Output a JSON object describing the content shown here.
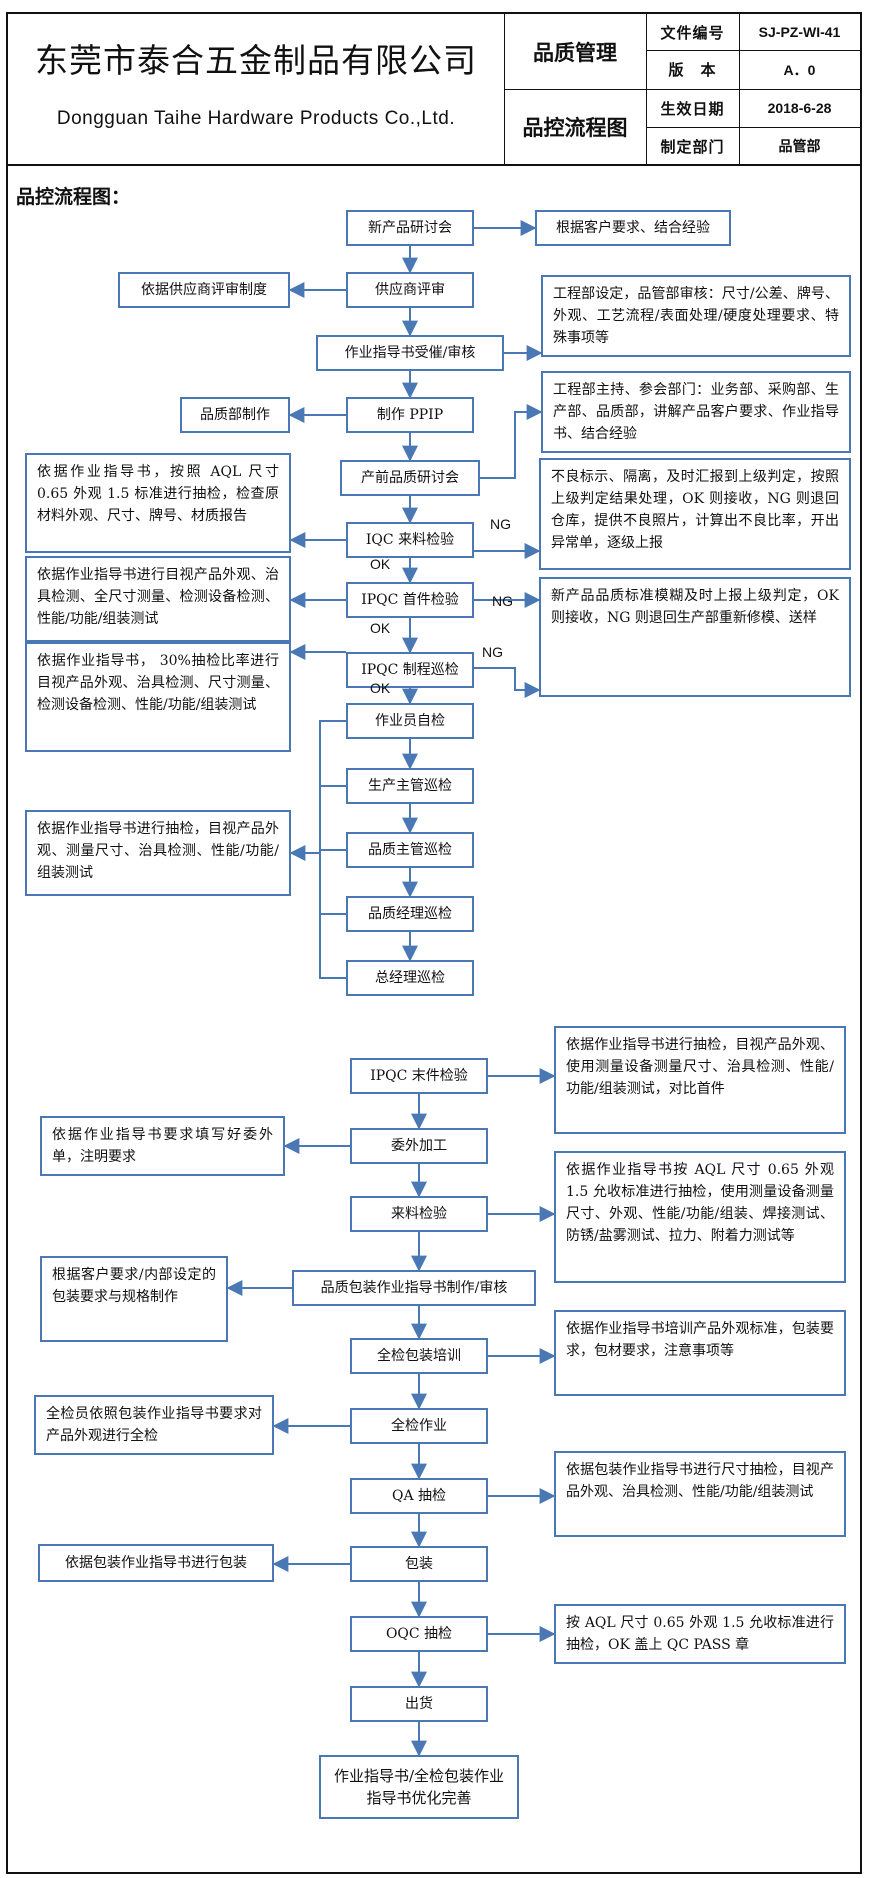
{
  "header": {
    "company_cn": "东莞市泰合五金制品有限公司",
    "company_en": "Dongguan Taihe Hardware Products Co.,Ltd.",
    "category": "品质管理",
    "doc_title": "品控流程图",
    "fields": [
      {
        "label": "文件编号",
        "value": "SJ-PZ-WI-41"
      },
      {
        "label": "版　本",
        "value": "A．0"
      },
      {
        "label": "生效日期",
        "value": "2018-6-28"
      },
      {
        "label": "制定部门",
        "value": "品管部"
      }
    ]
  },
  "section_title": "品控流程图：",
  "steps": [
    "新产品研讨会",
    "供应商评审",
    "作业指导书受催/审核",
    "制作 PPIP",
    "产前品质研讨会",
    "IQC 来料检验",
    "IPQC 首件检验",
    "IPQC 制程巡检",
    "作业员自检",
    "生产主管巡检",
    "品质主管巡检",
    "品质经理巡检",
    "总经理巡检",
    "IPQC 末件检验",
    "委外加工",
    "来料检验",
    "品质包装作业指导书制作/审核",
    "全检包装培训",
    "全检作业",
    "QA 抽检",
    "包装",
    "OQC 抽检",
    "出货",
    "作业指导书/全检包装作业指导书优化完善"
  ],
  "notes": [
    "根据客户要求、结合经验",
    "依据供应商评审制度",
    "工程部设定，品管部审核：尺寸/公差、牌号、外观、工艺流程/表面处理/硬度处理要求、特殊事项等",
    "品质部制作",
    "工程部主持、参会部门：业务部、采购部、生产部、品质部，讲解产品客户要求、作业指导书、结合经验",
    "依据作业指导书，按照 AQL 尺寸 0.65 外观 1.5 标准进行抽检，检查原材料外观、尺寸、牌号、材质报告",
    "不良标示、隔离，及时汇报到上级判定，按照上级判定结果处理，OK 则接收，NG 则退回仓库，提供不良照片，计算出不良比率，开出异常单，逐级上报",
    "依据作业指导书进行目视产品外观、治具检测、全尺寸测量、检测设备检测、性能/功能/组装测试",
    "新产品品质标准模糊及时上报上级判定，OK 则接收，NG 则退回生产部重新修模、送样",
    "依据作业指导书， 30%抽检比率进行目视产品外观、治具检测、尺寸测量、检测设备检测、性能/功能/组装测试",
    "依据作业指导书进行抽检，目视产品外观、测量尺寸、治具检测、性能/功能/组装测试",
    "依据作业指导书进行抽检，目视产品外观、使用测量设备测量尺寸、治具检测、性能/功能/组装测试，对比首件",
    "依据作业指导书要求填写好委外单，注明要求",
    "依据作业指导书按 AQL 尺寸 0.65 外观 1.5 允收标准进行抽检，使用测量设备测量尺寸、外观、性能/功能/组装、焊接测试、防锈/盐雾测试、拉力、附着力测试等",
    "根据客户要求/内部设定的包装要求与规格制作",
    "依据作业指导书培训产品外观标准，包装要求，包材要求，注意事项等",
    "全检员依照包装作业指导书要求对产品外观进行全检",
    "依据包装作业指导书进行尺寸抽检，目视产品外观、治具检测、性能/功能/组装测试",
    "依据包装作业指导书进行包装",
    "按 AQL 尺寸 0.65 外观 1.5 允收标准进行抽检，OK 盖上 QC PASS 章"
  ],
  "labels": {
    "ok": "OK",
    "ng": "NG"
  },
  "colors": {
    "box_border": "#4a78b5",
    "arrow": "#4a78b5",
    "frame": "#111111"
  }
}
